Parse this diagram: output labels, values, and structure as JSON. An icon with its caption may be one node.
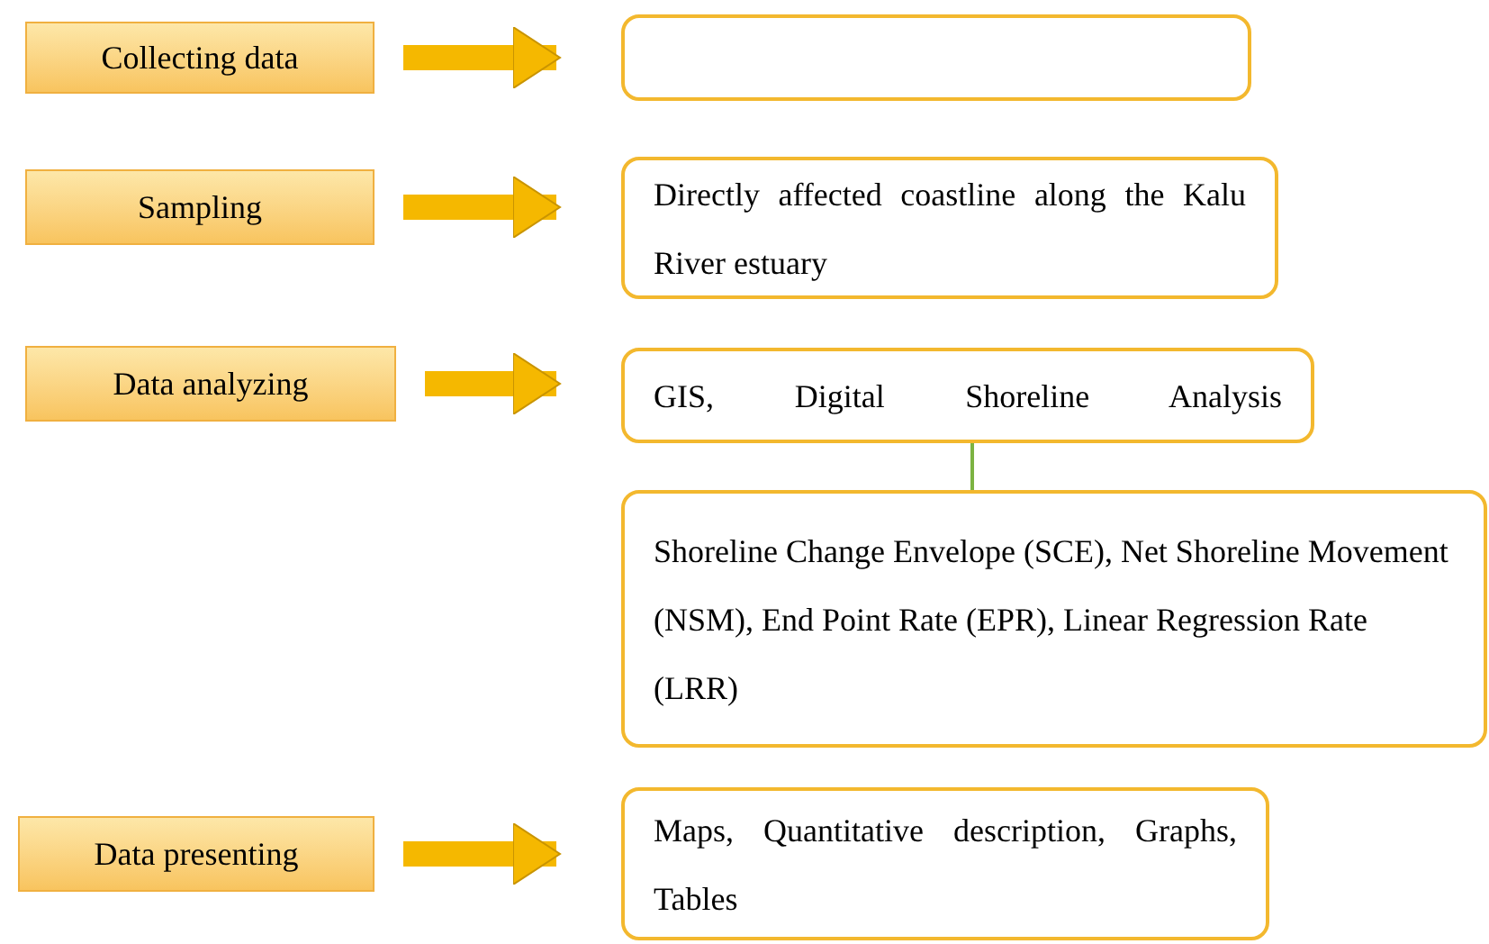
{
  "diagram": {
    "nodes": [
      {
        "text": [
          "Collecting data"
        ]
      },
      {
        "text": [],
        "shape": "box"
      },
      {
        "text": [
          "Sampling"
        ]
      },
      {
        "text": [
          "Directly affected coastline along the Kalu River estuary"
        ]
      },
      {
        "text": [
          "Data analyzing"
        ]
      },
      {
        "text": [
          "GIS, Digital Shoreline Analysis"
        ]
      },
      {
        "text": [
          "Shoreline Change Envelope (SCE), Net Shoreline Movement (NSM), End Point Rate (EPR), Linear Regression Rate (LRR)"
        ]
      },
      {
        "text": [
          "Data presenting"
        ]
      },
      {
        "text": [
          "Maps, Quantitative description, Graphs, Tables"
        ]
      }
    ],
    "edges": [
      {
        "from": 0,
        "to": 1,
        "arrow": "to"
      },
      {
        "from": 2,
        "to": 3,
        "arrow": "to"
      },
      {
        "from": 4,
        "to": 5,
        "arrow": "to"
      },
      {
        "from": 5,
        "to": 6,
        "arrow": "none",
        "color": "#7cb342"
      },
      {
        "from": 7,
        "to": 8,
        "arrow": "to"
      }
    ]
  }
}
